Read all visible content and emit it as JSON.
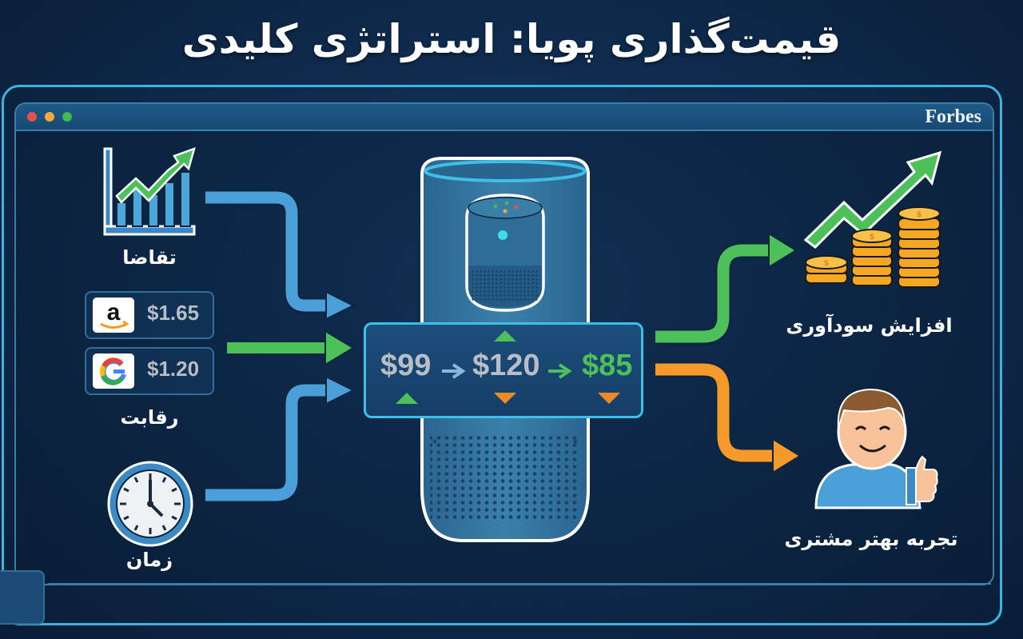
{
  "title": "قیمت‌گذاری پویا: استراتژی کلیدی",
  "window": {
    "brand": "Forbes",
    "traffic_lights": {
      "close": "#e8514a",
      "minimize": "#f2a93b",
      "maximize": "#3fb950"
    }
  },
  "inputs": [
    {
      "id": "demand",
      "label": "تقاضا",
      "icon": "bar-chart-trend-up-icon"
    },
    {
      "id": "competition",
      "label": "رقابت",
      "icon": "competitor-price-cards",
      "competitors": [
        {
          "name": "amazon",
          "icon": "amazon-logo-icon",
          "price": "$1.65"
        },
        {
          "name": "google",
          "icon": "google-logo-icon",
          "price": "$1.20"
        }
      ]
    },
    {
      "id": "time",
      "label": "زمان",
      "icon": "clock-icon"
    }
  ],
  "center": {
    "device": "smart-speaker-icon",
    "prices": [
      {
        "value": "$99",
        "color": "#b8bec6",
        "indicator": "up"
      },
      {
        "value": "$120",
        "color": "#b8bec6",
        "indicator_top": "up",
        "indicator": "down"
      },
      {
        "value": "$85",
        "color": "#4cc15a",
        "indicator": "down"
      }
    ]
  },
  "outputs": [
    {
      "id": "profit",
      "label": "افزایش سودآوری",
      "icon": "coin-stacks-growth-icon",
      "arrow_color": "#4cc15a"
    },
    {
      "id": "customer",
      "label": "تجربه بهتر مشتری",
      "icon": "happy-customer-thumbs-up-icon",
      "arrow_color": "#f59a2a"
    }
  ],
  "colors": {
    "accent": "#3cc0e8",
    "blue_arrow": "#4a9fd8",
    "green": "#4cc15a",
    "orange": "#f59a2a",
    "background": "#0f2c4f"
  }
}
